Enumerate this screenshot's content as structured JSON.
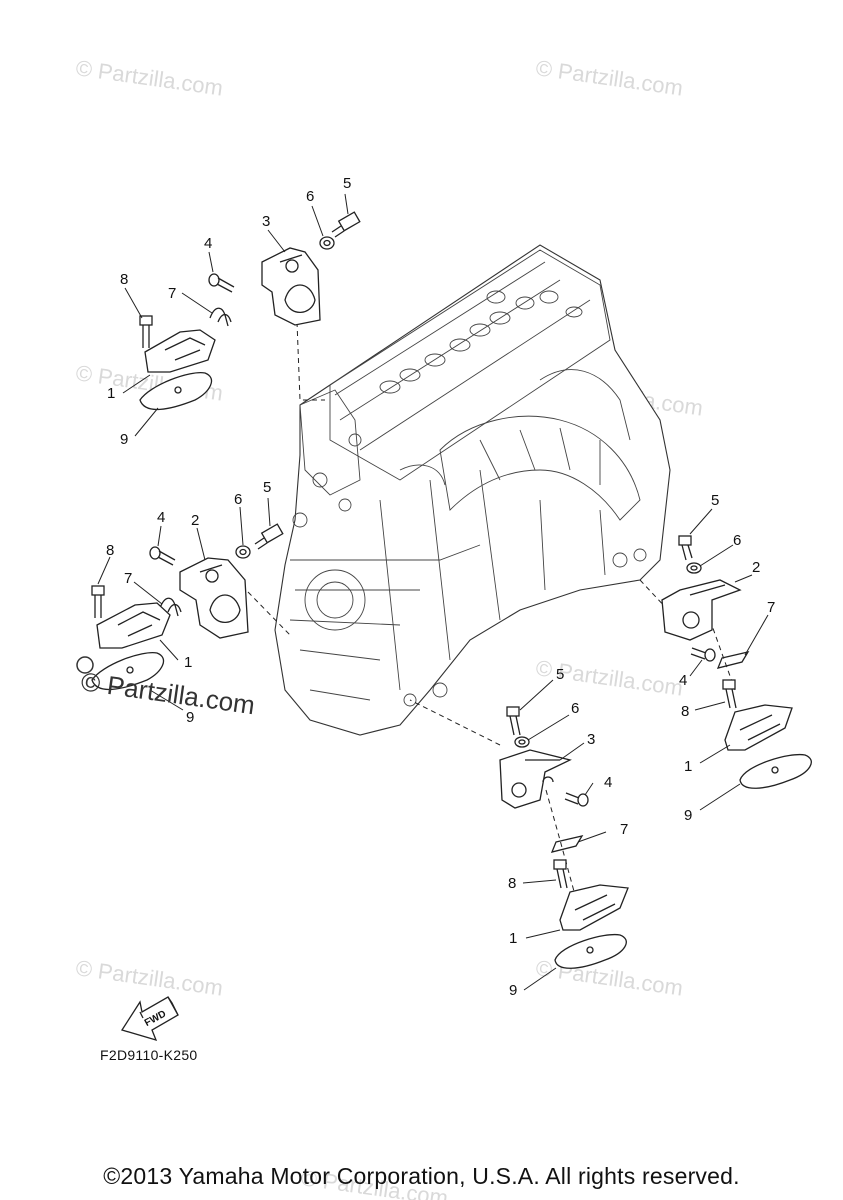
{
  "watermarks": [
    {
      "text": "© Partzilla.com"
    },
    {
      "text": "© Partzilla.com"
    },
    {
      "text": "© Partzilla.com"
    },
    {
      "text": "© Partzilla.com"
    },
    {
      "text": "© Partzilla.com"
    },
    {
      "text": "© Partzilla.com"
    },
    {
      "text": "© Partzilla.com"
    },
    {
      "text": "© Partzilla.com"
    }
  ],
  "watermark_main": "© Partzilla.com",
  "callouts": {
    "g1": [
      "5",
      "6",
      "3",
      "4",
      "8",
      "7",
      "1",
      "9"
    ],
    "g2": [
      "5",
      "6",
      "4",
      "2",
      "8",
      "7",
      "1",
      "9"
    ],
    "g3": [
      "5",
      "6",
      "2",
      "7",
      "4",
      "8",
      "1",
      "9"
    ],
    "g4": [
      "5",
      "6",
      "3",
      "4",
      "7",
      "8",
      "1",
      "9"
    ]
  },
  "fwd_label": "FWD",
  "diagram_code": "F2D9110-K250",
  "copyright": "©2013 Yamaha Motor Corporation, U.S.A. All rights reserved."
}
